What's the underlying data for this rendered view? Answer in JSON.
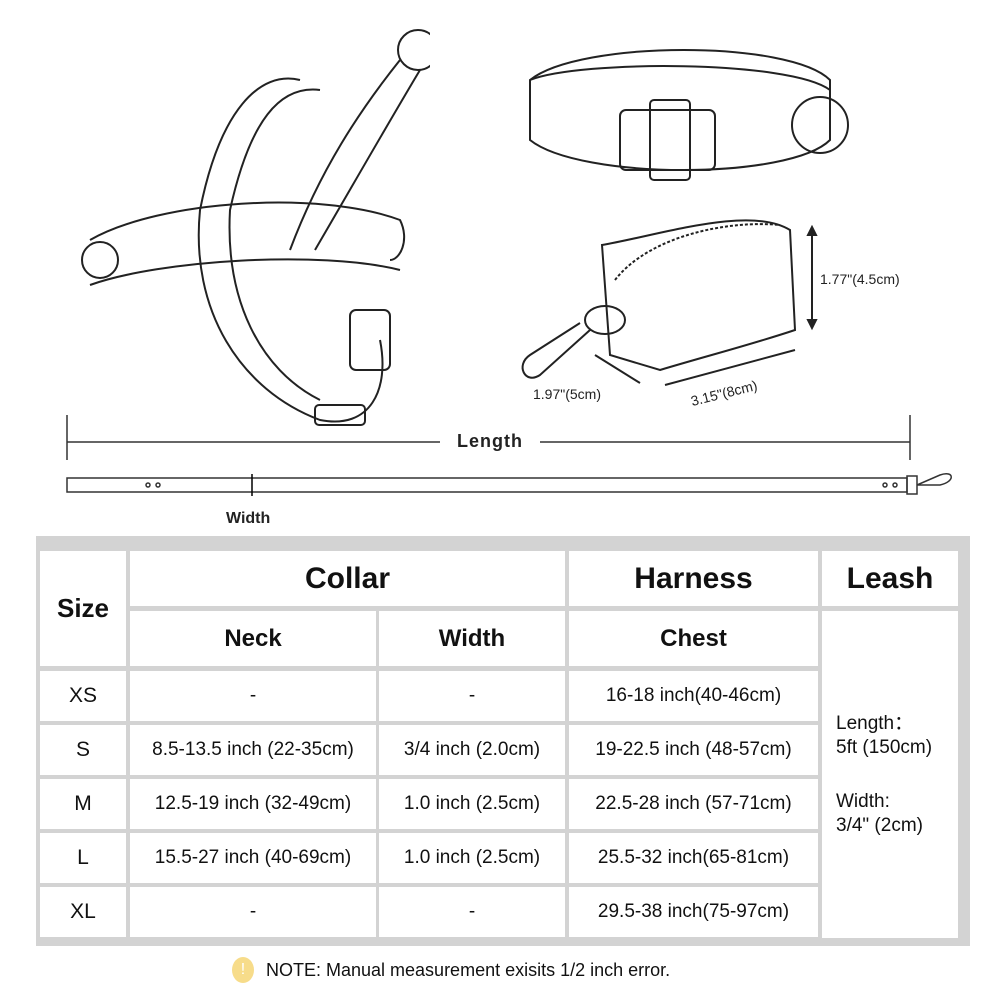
{
  "diagram": {
    "pouch_height": "1.77\"(4.5cm)",
    "pouch_depth": "1.97\"(5cm)",
    "pouch_length": "3.15\"(8cm)",
    "leash_length_label": "Length",
    "leash_width_label": "Width"
  },
  "table": {
    "size_header": "Size",
    "collar_header": "Collar",
    "harness_header": "Harness",
    "leash_header": "Leash",
    "neck_header": "Neck",
    "width_header": "Width",
    "chest_header": "Chest",
    "rows": [
      {
        "size": "XS",
        "neck": "-",
        "width": "-",
        "chest": "16-18 inch(40-46cm)"
      },
      {
        "size": "S",
        "neck": "8.5-13.5 inch (22-35cm)",
        "width": "3/4 inch (2.0cm)",
        "chest": "19-22.5 inch (48-57cm)"
      },
      {
        "size": "M",
        "neck": "12.5-19 inch (32-49cm)",
        "width": "1.0 inch (2.5cm)",
        "chest": "22.5-28 inch (57-71cm)"
      },
      {
        "size": "L",
        "neck": "15.5-27 inch (40-69cm)",
        "width": "1.0 inch (2.5cm)",
        "chest": "25.5-32 inch(65-81cm)"
      },
      {
        "size": "XL",
        "neck": "-",
        "width": "-",
        "chest": "29.5-38 inch(75-97cm)"
      }
    ],
    "leash": {
      "length_label": "Length：",
      "length_value": "5ft (150cm)",
      "width_label": "Width:",
      "width_value": "3/4\" (2cm)"
    }
  },
  "note": {
    "icon": "!",
    "text": "NOTE: Manual measurement exisits 1/2  inch error."
  }
}
